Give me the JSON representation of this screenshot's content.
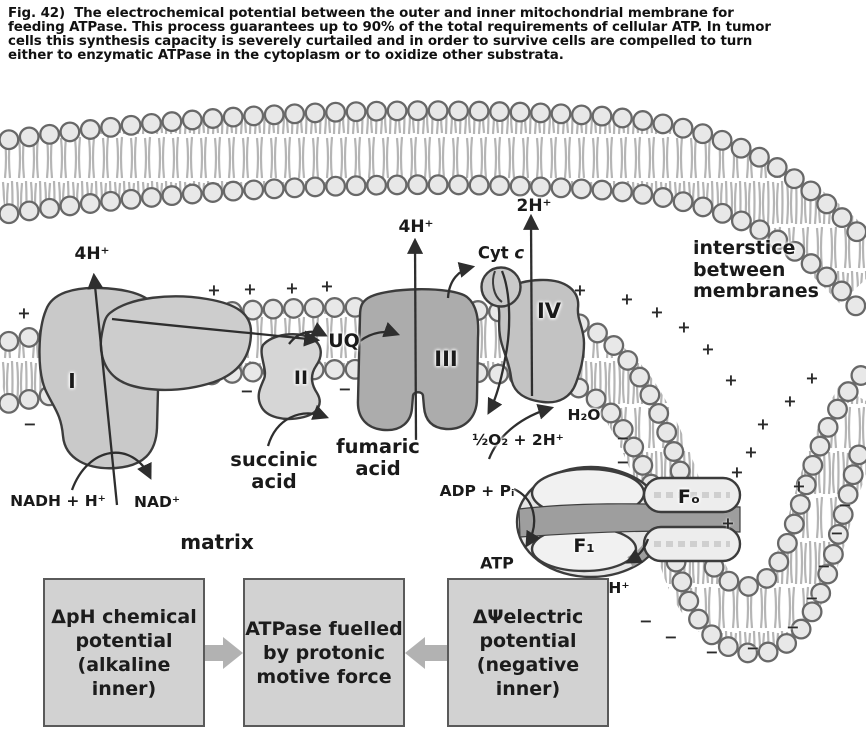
{
  "figure": {
    "caption": "Fig. 42)  The electrochemical potential between the outer and inner mitochondrial membrane for\nfeeding ATPase. This process guarantees up to 90% of the total requirements of cellular ATP. In tumor\ncells this synthesis capacity is severely curtailed and in order to survive cells are compelled to turn\neither to enzymatic ATPase in the cytoplasm or to oxidize other substrata."
  },
  "labels": {
    "proton_4h_complex1": "4H⁺",
    "proton_4h_complex3": "4H⁺",
    "proton_2h_complex4": "2H⁺",
    "cyt_c_word": "Cyt",
    "cyt_c_letter": "c",
    "uq": "UQ",
    "complex_1": "I",
    "complex_2": "II",
    "complex_3": "III",
    "complex_4": "IV",
    "nadh": "NADH + H⁺",
    "nad": "NAD⁺",
    "succinic_acid": "succinic\nacid",
    "fumaric_acid": "fumaric\nacid",
    "matrix": "matrix",
    "interstice": "interstice\nbetween\nmembranes",
    "water": "H₂O",
    "oxygen": "½O₂ + 2H⁺",
    "adp": "ADP + Pᵢ",
    "atp": "ATP",
    "h_plus": "H⁺",
    "f1": "F₁",
    "f0": "Fₒ"
  },
  "symbols": {
    "plus": "+",
    "minus": "−"
  },
  "flow_boxes": {
    "left": "ΔpH chemical\npotential\n(alkaline inner)",
    "center": "ATPase fuelled\nby protonic\nmotive force",
    "right": "ΔΨelectric\npotential\n(negative inner)"
  },
  "colors": {
    "membrane_bead": "#e8e8e8",
    "complex_light_gray": "#c9c9c9",
    "complex_dark_gray": "#acacac",
    "channel_gray": "#9e9e9e",
    "box_fill": "#d2d2d2",
    "block_arrow_gray": "#b2b2b2"
  }
}
